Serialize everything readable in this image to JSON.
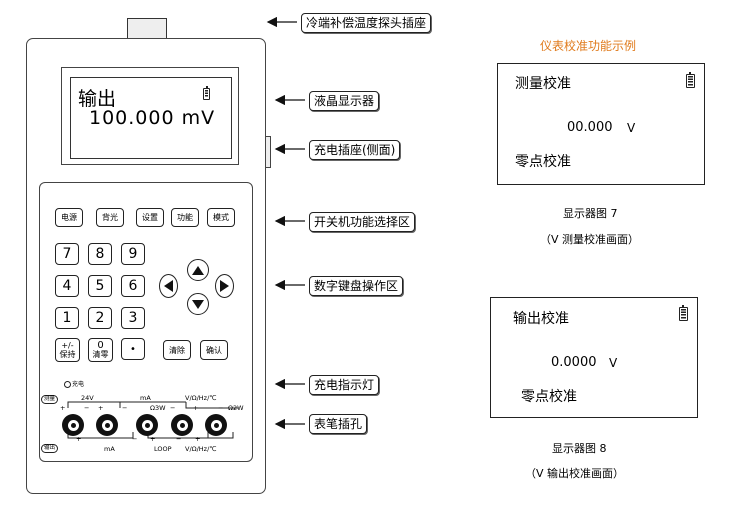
{
  "device": {
    "lcd": {
      "mode": "输出",
      "value": "100.000 mV"
    },
    "function_keys": [
      "电源",
      "背光",
      "设置",
      "功能",
      "模式"
    ],
    "number_keys": [
      "7",
      "8",
      "9",
      "4",
      "5",
      "6",
      "1",
      "2",
      "3"
    ],
    "special_keys": {
      "plus_minus": "+/-",
      "plus_minus_sub": "保持",
      "zero": "0",
      "zero_sub": "清零",
      "dot": "•",
      "clear": "清除",
      "confirm": "确认"
    },
    "charge_label": "充电",
    "terminals": {
      "measure_tag": "测量",
      "output_tag": "输出",
      "v24": "24V",
      "ma_top": "mA",
      "ohm3w": "Ω3W",
      "vhz_top": "V/Ω/Hz/℃",
      "ohm2w": "Ω2W",
      "ma_bottom": "mA",
      "loop": "LOOP",
      "vhz_bottom": "V/Ω/Hz/℃",
      "plus": "+",
      "minus": "−"
    }
  },
  "callouts": {
    "probe": "冷端补偿温度探头插座",
    "lcd": "液晶显示器",
    "charge_port": "充电插座(侧面)",
    "keys_function": "开关机功能选择区",
    "keys_numeric": "数字键盘操作区",
    "charge_led": "充电指示灯",
    "jacks": "表笔插孔"
  },
  "examples": {
    "title": "仪表校准功能示例",
    "screen7": {
      "line1": "测量校准",
      "value": "00.000",
      "unit": "V",
      "line3": "零点校准",
      "caption": "显示器图 7",
      "subcaption": "（V 测量校准画面）"
    },
    "screen8": {
      "line1": "输出校准",
      "value": "0.0000",
      "unit": "V",
      "line3": "零点校准",
      "caption": "显示器图 8",
      "subcaption": "（V 输出校准画面）"
    }
  },
  "colors": {
    "accent_title": "#e07b1d",
    "frame": "#444444"
  },
  "icons": [
    "battery-icon",
    "arrow-up-icon",
    "arrow-down-icon",
    "arrow-left-icon",
    "arrow-right-icon",
    "callout-arrow-icon"
  ]
}
